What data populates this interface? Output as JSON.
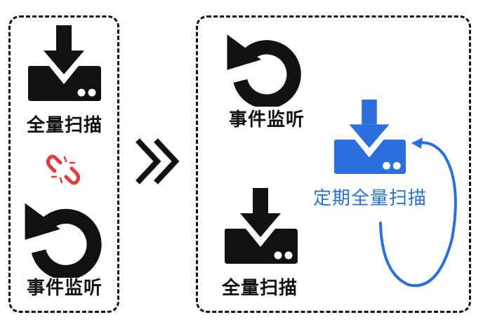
{
  "labels": {
    "full_scan": "全量扫描",
    "event_listen": "事件监听",
    "scheduled_full_scan": "定期全量扫描"
  },
  "colors": {
    "icon_dark": "#111111",
    "accent_blue": "#2a6fdb",
    "broken_link_red": "#e23b3b"
  },
  "icons": {
    "download": "download-drive-icon",
    "refresh": "refresh-icon",
    "broken_link": "broken-link-icon",
    "forward": "double-chevron-right-icon",
    "loop_arrow": "loop-arrow-icon"
  }
}
